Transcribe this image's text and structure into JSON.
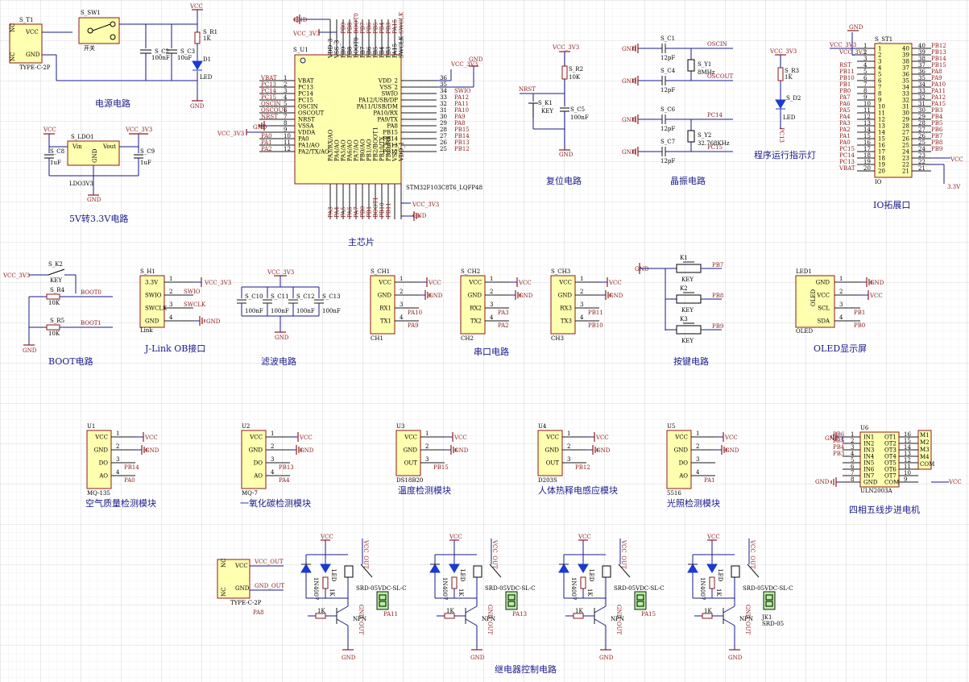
{
  "sections": [
    {
      "id": "power",
      "title": "电源电路"
    },
    {
      "id": "ldo",
      "title": "5V转3.3V电路"
    },
    {
      "id": "mcu",
      "title": "主芯片"
    },
    {
      "id": "reset",
      "title": "复位电路"
    },
    {
      "id": "crystal",
      "title": "晶振电路"
    },
    {
      "id": "runled",
      "title": "程序运行指示灯"
    },
    {
      "id": "io",
      "title": "IO拓展口"
    },
    {
      "id": "boot",
      "title": "BOOT电路"
    },
    {
      "id": "jlink",
      "title": "J-Link OB接口"
    },
    {
      "id": "filter",
      "title": "滤波电路"
    },
    {
      "id": "uart",
      "title": "串口电路"
    },
    {
      "id": "keys",
      "title": "按键电路"
    },
    {
      "id": "oled",
      "title": "OLED显示屏"
    },
    {
      "id": "air",
      "title": "空气质量检测模块"
    },
    {
      "id": "co",
      "title": "一氧化碳检测模块"
    },
    {
      "id": "temp",
      "title": "温度检测模块"
    },
    {
      "id": "pir",
      "title": "人体热释电感应模块"
    },
    {
      "id": "light",
      "title": "光照检测模块"
    },
    {
      "id": "stepper",
      "title": "四相五线步进电机"
    },
    {
      "id": "relay",
      "title": "继电器控制电路"
    }
  ],
  "power": {
    "t1": {
      "ref": "S_T1",
      "pins": [
        "NC",
        "VCC",
        "GND",
        "NC"
      ],
      "part": "TYPE-C-2P"
    },
    "sw": {
      "ref": "S_SW1",
      "part": "开关"
    },
    "c2": {
      "ref": "S_C2",
      "value": "100nF"
    },
    "c3": {
      "ref": "S_C3",
      "value": "10uF"
    },
    "r1": {
      "ref": "S_R1",
      "value": "1K"
    },
    "d1": {
      "ref": "D1",
      "value": "LED"
    },
    "vcc": "VCC",
    "gnd": "GND"
  },
  "ldo": {
    "ref": "S_LDO1",
    "part": "LDO3V3",
    "vin": "Vin",
    "vout": "Vout",
    "gnd": "GND",
    "c8": {
      "ref": "S_C8",
      "value": "1uF"
    },
    "c9": {
      "ref": "S_C9",
      "value": "1uF"
    },
    "vcc": "VCC",
    "v33": "VCC_3V3"
  },
  "mcu": {
    "ref": "S_U1",
    "part": "STM32F103C8T6_LQFP48",
    "left_nets": [
      "VBAT",
      "PC13",
      "PC14",
      "PC15",
      "OSCIN",
      "OSCOUT",
      "NRST",
      "",
      "",
      "PA0",
      "PA1",
      "PA2"
    ],
    "left_pins": [
      "VBAT",
      "PC13",
      "PC14",
      "PC15",
      "OSCIN",
      "OSCOUT",
      "NRST",
      "VSSA",
      "VDDA",
      "PA0",
      "PA1/AO",
      "PA2/TX/AO"
    ],
    "left_nums": [
      "1",
      "2",
      "3",
      "4",
      "5",
      "6",
      "7",
      "8",
      "9",
      "10",
      "11",
      "12"
    ],
    "right_nets": [
      "",
      "",
      "SWIO",
      "PA12",
      "PA11",
      "PA10",
      "PA9",
      "PA8",
      "PB15",
      "PB14",
      "PB13",
      "PB12"
    ],
    "right_pins": [
      "VDD_2",
      "VSS_2",
      "SWIO",
      "PA12/USB/DP",
      "PA11/USB/DM",
      "PA10/RX",
      "PA9/TX",
      "PA8",
      "PB15",
      "PB14",
      "PB13",
      "PB12"
    ],
    "right_nums": [
      "36",
      "35",
      "34",
      "33",
      "32",
      "31",
      "30",
      "29",
      "28",
      "27",
      "26",
      "25"
    ],
    "top_pins": [
      "VDD_3",
      "VSS_3",
      "PB9",
      "PB8",
      "BOOT0",
      "PB7",
      "PB6",
      "PB5",
      "PB4",
      "PB3",
      "PA15",
      "SWCLK"
    ],
    "top_nets": [
      "",
      "",
      "PB9",
      "PB8",
      "BOOT0",
      "PB7",
      "PB6",
      "PB5",
      "PB4",
      "PB3",
      "PA15",
      "SWCLK"
    ],
    "bottom_pins": [
      "PA3/RX/AO",
      "PA4/AO",
      "PA5/AO",
      "PA6/AO",
      "PA7/AO",
      "PB0/AO",
      "PB1/AO",
      "PB2/BOOT1",
      "PB10/TX",
      "PB11/RX",
      "VSS_1",
      "VDD_1"
    ],
    "bottom_nets": [
      "PA3",
      "PA4",
      "PA5",
      "PA6",
      "PA7",
      "PB0",
      "PB1",
      "BOOT1",
      "PB10",
      "PB11",
      "",
      ""
    ],
    "gnd": "GND",
    "v33": "VCC_3V3"
  },
  "reset": {
    "v33": "VCC_3V3",
    "r2": {
      "ref": "S_R2",
      "value": "10K"
    },
    "nrst": "NRST",
    "k1": {
      "ref": "S_K1",
      "value": "KEY"
    },
    "c5": {
      "ref": "S_C5",
      "value": "100nF"
    },
    "gnd": "GND"
  },
  "crystal": {
    "c1": {
      "ref": "S_C1",
      "value": "12pF"
    },
    "c4": {
      "ref": "S_C4",
      "value": "12pF"
    },
    "y1": {
      "ref": "S_Y1",
      "value": "8MHz"
    },
    "c6": {
      "ref": "S_C6",
      "value": "12pF"
    },
    "c7": {
      "ref": "S_C7",
      "value": "12pF"
    },
    "y2": {
      "ref": "S_Y2",
      "value": "32.768KHz"
    },
    "nets": [
      "OSCIN",
      "OSCOUT",
      "PC14",
      "PC15"
    ],
    "gnd": "GND"
  },
  "runled": {
    "v33": "VCC_3V3",
    "r3": {
      "ref": "S_R3",
      "value": "1K"
    },
    "d2": {
      "ref": "S_D2",
      "value": "LED"
    },
    "net": "PC13"
  },
  "io": {
    "ref": "S_ST1",
    "part": "IO",
    "v33": "VCC_3V3",
    "gnd": "GND",
    "v33b": "3.3V",
    "vcc": "VCC",
    "left": [
      "VCC_3V3",
      "",
      "RST",
      "PB11",
      "PB10",
      "PB1",
      "PB0",
      "PA7",
      "PA6",
      "PA5",
      "PA4",
      "PA3",
      "PA2",
      "PA1",
      "PA0",
      "PC15",
      "PC14",
      "PC13",
      "VBAT"
    ],
    "left_nums": [
      "1",
      "2",
      "3",
      "4",
      "5",
      "6",
      "7",
      "8",
      "9",
      "10",
      "11",
      "12",
      "13",
      "14",
      "15",
      "16",
      "17",
      "18",
      "19",
      "20"
    ],
    "right": [
      "PB12",
      "PB13",
      "PB14",
      "PB15",
      "PA8",
      "PA9",
      "PA10",
      "PA11",
      "PA12",
      "PA15",
      "PB3",
      "PB4",
      "PB5",
      "PB6",
      "PB7",
      "PB8",
      "PB9",
      "",
      "",
      ""
    ],
    "right_nums": [
      "40",
      "39",
      "38",
      "37",
      "36",
      "35",
      "34",
      "33",
      "32",
      "31",
      "30",
      "29",
      "28",
      "27",
      "26",
      "25",
      "24",
      "23",
      "22",
      "21"
    ]
  },
  "boot": {
    "v33": "VCC_3V3",
    "k2": {
      "ref": "S_K2",
      "value": "KEY"
    },
    "r4": {
      "ref": "S_R4",
      "value": "10K"
    },
    "r5": {
      "ref": "S_R5",
      "value": "10K"
    },
    "boot0": "BOOT0",
    "boot1": "BOOT1",
    "gnd": "GND"
  },
  "jlink": {
    "ref": "S_H1",
    "part": "Link",
    "pins": [
      "3.3V",
      "SWIO",
      "SWCLK",
      "GND"
    ],
    "nets": [
      "VCC_3V3",
      "SWIO",
      "SWCLK",
      "GND"
    ]
  },
  "filter": {
    "v33": "VCC_3V3",
    "caps": [
      {
        "ref": "S_C10",
        "value": "100nF"
      },
      {
        "ref": "S_C11",
        "value": "100nF"
      },
      {
        "ref": "S_C12",
        "value": "100nF"
      },
      {
        "ref": "S_C13",
        "value": "100nF"
      }
    ],
    "gnd": "GND"
  },
  "uart": [
    {
      "ref": "S_CH1",
      "part": "CH1",
      "pins": [
        "VCC",
        "GND",
        "RX1",
        "TX1"
      ],
      "nets": [
        "VCC",
        "GND",
        "PA10",
        "PA9"
      ]
    },
    {
      "ref": "S_CH2",
      "part": "CH2",
      "pins": [
        "VCC",
        "GND",
        "RX2",
        "TX2"
      ],
      "nets": [
        "VCC",
        "GND",
        "PA3",
        "PA2"
      ]
    },
    {
      "ref": "S_CH3",
      "part": "CH3",
      "pins": [
        "VCC",
        "GND",
        "RX3",
        "TX3"
      ],
      "nets": [
        "VCC",
        "GND",
        "PB11",
        "PB10"
      ]
    }
  ],
  "keys": {
    "gnd": "GND",
    "items": [
      {
        "ref": "K1",
        "value": "KEY",
        "net": "PB7"
      },
      {
        "ref": "K2",
        "value": "KEY",
        "net": "PB8"
      },
      {
        "ref": "K3",
        "value": "KEY",
        "net": "PB9"
      }
    ]
  },
  "oled": {
    "ref": "LED1",
    "part": "OLED",
    "body": "OLED",
    "pins": [
      "GND",
      "VCC",
      "SCL",
      "SDA"
    ],
    "nets": [
      "GND",
      "VCC",
      "PB1",
      "PB0"
    ]
  },
  "modules": [
    {
      "ref": "U1",
      "part": "MQ-135",
      "pins": [
        "VCC",
        "GND",
        "DO",
        "AO"
      ],
      "nets": [
        "VCC",
        "GND",
        "PB14",
        "PA0"
      ]
    },
    {
      "ref": "U2",
      "part": "MQ-7",
      "pins": [
        "VCC",
        "GND",
        "DO",
        "AO"
      ],
      "nets": [
        "VCC",
        "GND",
        "PB13",
        "PA4"
      ]
    },
    {
      "ref": "U3",
      "part": "DS18B20",
      "pins": [
        "VCC",
        "GND",
        "OUT"
      ],
      "nets": [
        "VCC",
        "GND",
        "PB15"
      ]
    },
    {
      "ref": "U4",
      "part": "D203S",
      "pins": [
        "VCC",
        "GND",
        "OUT"
      ],
      "nets": [
        "VCC",
        "GND",
        "PB12"
      ]
    },
    {
      "ref": "U5",
      "part": "5516",
      "pins": [
        "VCC",
        "GND",
        "DO",
        "AO"
      ],
      "nets": [
        "VCC",
        "GND",
        "",
        "PA1"
      ]
    }
  ],
  "stepper": {
    "ref": "U6",
    "part": "ULN2003A",
    "gnd": "GND",
    "vcc": "VCC",
    "in": [
      "IN1",
      "IN2",
      "IN3",
      "IN4",
      "IN5",
      "IN6",
      "IN7",
      "GND"
    ],
    "out": [
      "OT1",
      "OT2",
      "OT3",
      "OT4",
      "OT5",
      "OT6",
      "OT7",
      "COM"
    ],
    "in_nums": [
      "1",
      "2",
      "3",
      "4",
      "5",
      "6",
      "7",
      "8"
    ],
    "out_nums": [
      "16",
      "15",
      "14",
      "13",
      "12",
      "11",
      "10",
      "9"
    ],
    "nets": [
      "PB6",
      "PB5",
      "PB4",
      "PB3"
    ],
    "motor": [
      "M1",
      "M2",
      "M3",
      "M4",
      "COM"
    ]
  },
  "relay": {
    "src": {
      "pins": [
        "NC",
        "VCC",
        "GND",
        "NC"
      ],
      "part": "TYPE-C-2P",
      "vcc_out": "VCC_OUT",
      "gnd_out": "GND_OUT"
    },
    "vcc": "VCC",
    "gnd": "GND",
    "vcc_out": "VCC_OUT",
    "gnd_out": "GND_OUT",
    "diode": "1N4007",
    "led": "LED",
    "r": "1K",
    "npn": "NPN",
    "relay_part": "SRD-05VDC-SL-C",
    "terminal": "JK1",
    "terminal_part": "SRD-05",
    "channels": [
      {
        "in": "PA8",
        "out": "PA11"
      },
      {
        "in": "",
        "out": "PA13"
      },
      {
        "in": "",
        "out": "PA15"
      },
      {
        "in": "",
        "out": ""
      }
    ]
  }
}
